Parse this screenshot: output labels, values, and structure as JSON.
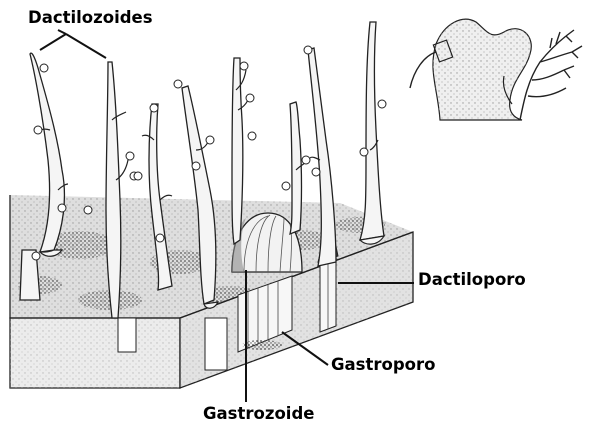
{
  "labels": {
    "dactilozoides": "Dactilozoides",
    "dactiloporo": "Dactiloporo",
    "gastroporo": "Gastroporo",
    "gastrozoide": "Gastrozoide"
  },
  "colors": {
    "ink": "#1a1a1a",
    "polyp_fill": "#f4f4f4",
    "block_top": "#d9d9d9",
    "block_front": "#e8e8e8",
    "block_side": "#cfcfcf",
    "dark_patch": "#6e6e6e"
  }
}
